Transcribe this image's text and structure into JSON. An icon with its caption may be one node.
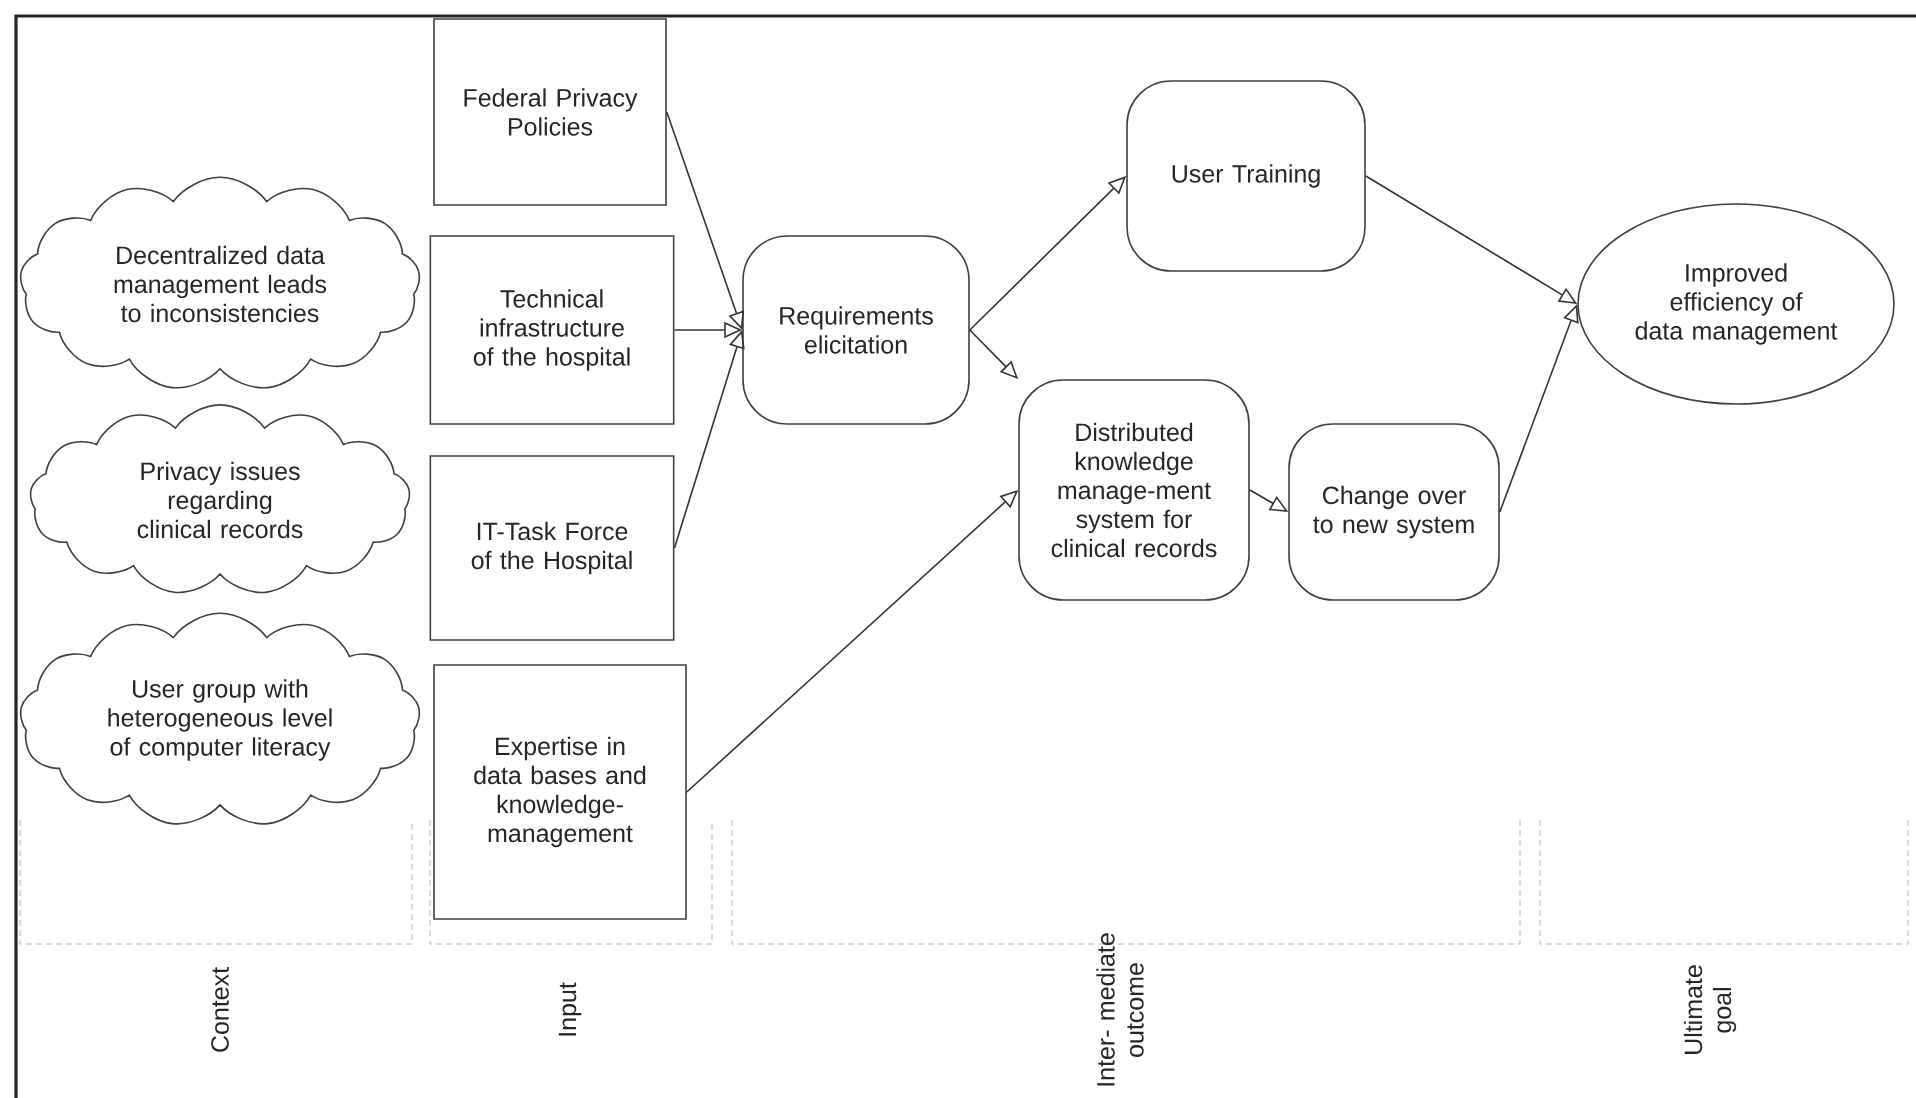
{
  "diagram": {
    "nodes": [
      {
        "text": [
          "Decentralized data management leads to inconsistencies"
        ]
      },
      {
        "text": [
          "Privacy issues regarding clinical records"
        ]
      },
      {
        "text": [
          "User group with heterogeneous level of computer literacy"
        ]
      },
      {
        "text": [
          "Federal Privacy Policies"
        ]
      },
      {
        "text": [
          "Technical infrastructure of the hospital"
        ]
      },
      {
        "text": [
          "IT-Task Force of the Hospital"
        ]
      },
      {
        "text": [
          "Expertise in data bases and knowledge-management"
        ]
      },
      {
        "text": [
          "Requirements elicitation"
        ]
      },
      {
        "text": [
          "User Training"
        ]
      },
      {
        "text": [
          "Distributed knowledge manage-ment system for clinical records"
        ]
      },
      {
        "text": [
          "Change over to new system"
        ]
      },
      {
        "text": [
          "Improved efficiency of data management"
        ]
      }
    ],
    "edges": [
      {
        "from": 3,
        "to": 7,
        "arrow": "to"
      },
      {
        "from": 4,
        "to": 7,
        "arrow": "to"
      },
      {
        "from": 5,
        "to": 7,
        "arrow": "to"
      },
      {
        "from": 7,
        "to": 8,
        "arrow": "to"
      },
      {
        "from": 7,
        "to": 9,
        "arrow": "to"
      },
      {
        "from": 6,
        "to": 9,
        "arrow": "to"
      },
      {
        "from": 9,
        "to": 10,
        "arrow": "to"
      },
      {
        "from": 8,
        "to": 11,
        "arrow": "to"
      },
      {
        "from": 10,
        "to": 11,
        "arrow": "to"
      }
    ],
    "labels": [
      "Context",
      "Input",
      "Inter- mediate outcome",
      "Ultimate goal"
    ]
  }
}
